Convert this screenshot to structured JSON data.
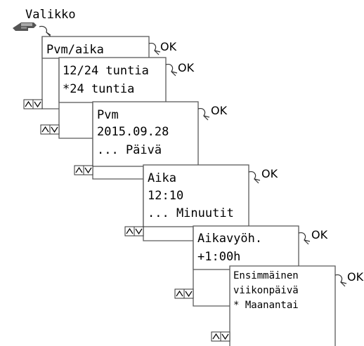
{
  "menu_label": "Valikko",
  "ok_label": "OK",
  "screens": [
    {
      "lines": [
        "Pvm/aika"
      ]
    },
    {
      "lines": [
        "12/24 tuntia",
        "*24 tuntia"
      ]
    },
    {
      "lines": [
        "Pvm",
        "2015.09.28",
        "... Päivä"
      ]
    },
    {
      "lines": [
        "Aika",
        "12:10",
        "... Minuutit"
      ]
    },
    {
      "lines": [
        "Aikavyöh.",
        "+1:00h"
      ]
    },
    {
      "lines": [
        "Ensimmäinen",
        "viikonpäivä",
        "* Maanantai"
      ]
    }
  ]
}
